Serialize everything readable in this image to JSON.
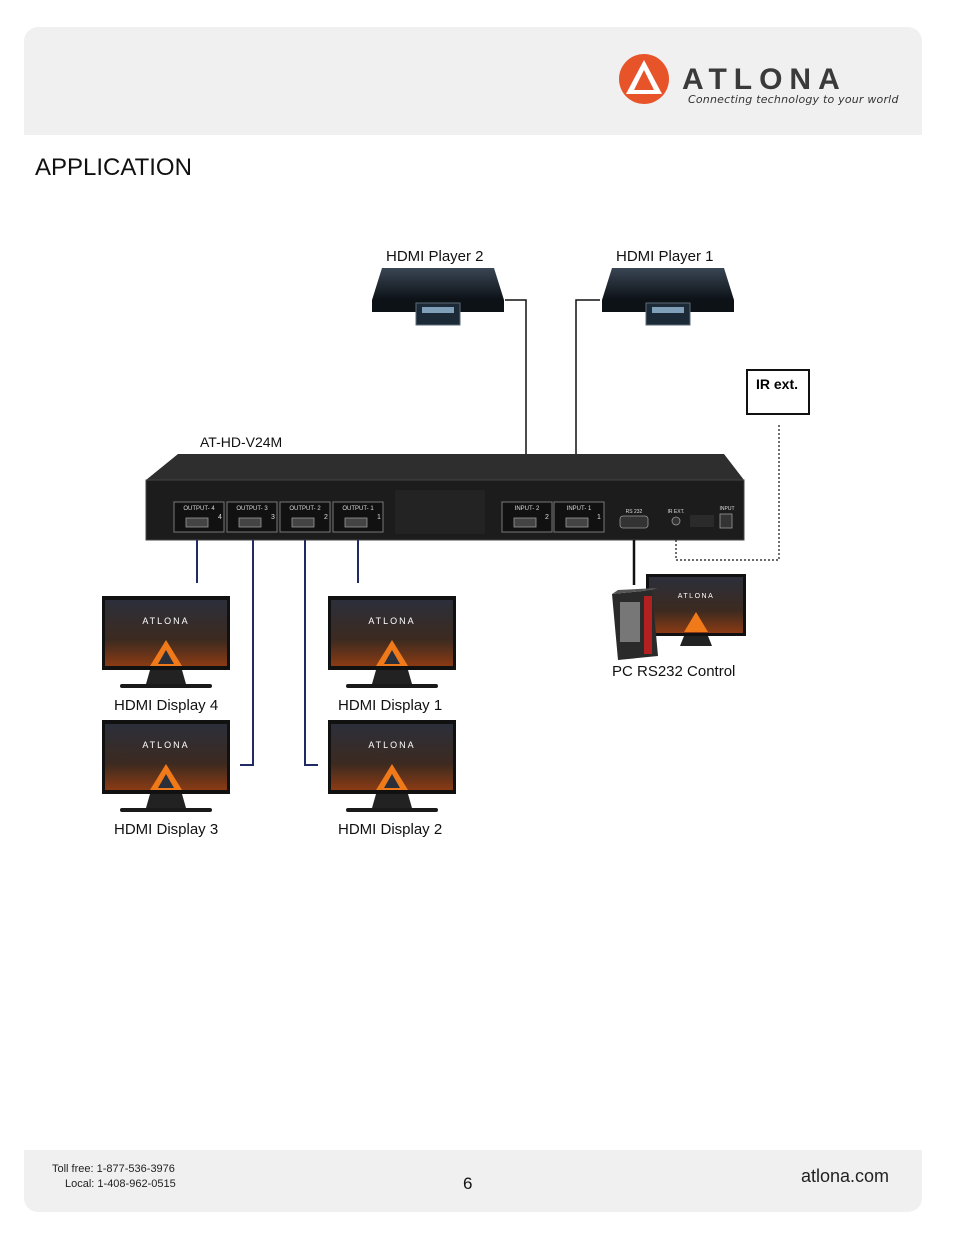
{
  "brand": {
    "name": "ATLONA",
    "tagline": "Connecting technology to your world"
  },
  "section_title": "APPLICATION",
  "diagram": {
    "device_label": "AT-HD-V24M",
    "players": [
      "HDMI Player 2",
      "HDMI Player 1"
    ],
    "ir_box": "IR ext.",
    "pc_label": "PC RS232 Control",
    "displays": [
      "HDMI Display 4",
      "HDMI Display 1",
      "HDMI Display 3",
      "HDMI Display 2"
    ],
    "output_ports": [
      "OUTPUT- 4",
      "OUTPUT- 3",
      "OUTPUT- 2",
      "OUTPUT- 1"
    ],
    "output_numbers": [
      "4",
      "3",
      "2",
      "1"
    ],
    "input_ports": [
      "INPUT- 2",
      "INPUT- 1"
    ],
    "input_numbers": [
      "2",
      "1"
    ],
    "rs232_label": "RS 232",
    "ir_ext_port": "IR EXT.",
    "power_label": "INPUT",
    "screen_logo": "ATLONA"
  },
  "footer": {
    "toll_free": "Toll free: 1-877-536-3976",
    "local": "Local: 1-408-962-0515",
    "page": "6",
    "website": "atlona.com"
  },
  "colors": {
    "brand_orange": "#e8542a",
    "header_bg": "#f0f0f0",
    "device_body": "#1c1c1c"
  }
}
